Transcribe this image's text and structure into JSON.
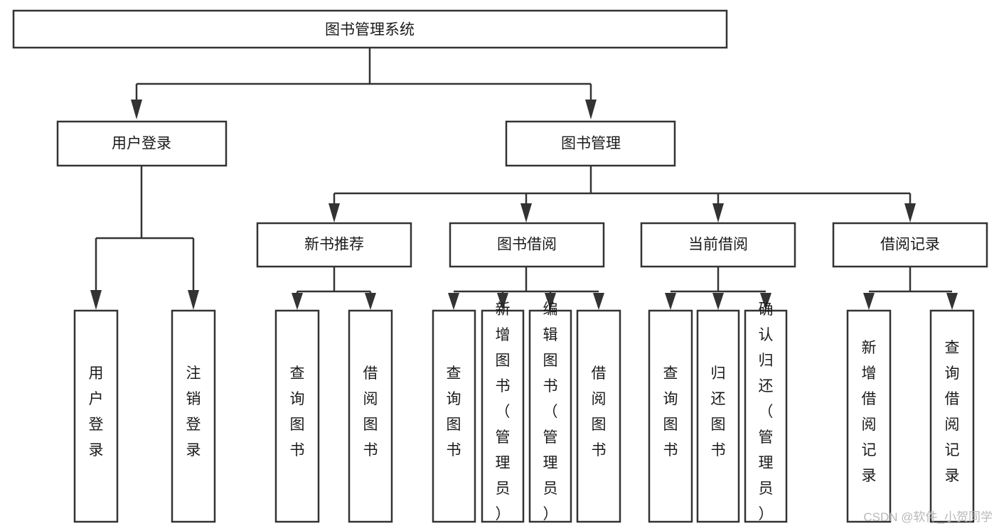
{
  "diagram": {
    "type": "tree",
    "title": "图书管理系统",
    "root": {
      "id": "root",
      "label": "图书管理系统",
      "orientation": "horizontal"
    },
    "levels": [
      {
        "level": 1,
        "nodes": [
          {
            "id": "user-login",
            "label": "用户登录",
            "orientation": "horizontal",
            "parent": "root"
          },
          {
            "id": "book-manage",
            "label": "图书管理",
            "orientation": "horizontal",
            "parent": "root"
          }
        ]
      },
      {
        "level": 2,
        "nodes": [
          {
            "id": "new-book-rec",
            "label": "新书推荐",
            "orientation": "horizontal",
            "parent": "book-manage"
          },
          {
            "id": "book-borrow",
            "label": "图书借阅",
            "orientation": "horizontal",
            "parent": "book-manage"
          },
          {
            "id": "current-borrow",
            "label": "当前借阅",
            "orientation": "horizontal",
            "parent": "book-manage"
          },
          {
            "id": "borrow-record",
            "label": "借阅记录",
            "orientation": "horizontal",
            "parent": "book-manage"
          }
        ]
      },
      {
        "level": 3,
        "nodes": [
          {
            "id": "leaf-user-login",
            "label": "用户登录",
            "orientation": "vertical",
            "parent": "user-login"
          },
          {
            "id": "leaf-user-logout",
            "label": "注销登录",
            "orientation": "vertical",
            "parent": "user-login"
          },
          {
            "id": "leaf-query-book-1",
            "label": "查询图书",
            "orientation": "vertical",
            "parent": "new-book-rec"
          },
          {
            "id": "leaf-borrow-book-1",
            "label": "借阅图书",
            "orientation": "vertical",
            "parent": "new-book-rec"
          },
          {
            "id": "leaf-query-book-2",
            "label": "查询图书",
            "orientation": "vertical",
            "parent": "book-borrow"
          },
          {
            "id": "leaf-add-book",
            "label": "新增图书（管理员）",
            "orientation": "vertical",
            "parent": "book-borrow"
          },
          {
            "id": "leaf-edit-book",
            "label": "编辑图书（管理员）",
            "orientation": "vertical",
            "parent": "book-borrow"
          },
          {
            "id": "leaf-borrow-book-2",
            "label": "借阅图书",
            "orientation": "vertical",
            "parent": "book-borrow"
          },
          {
            "id": "leaf-query-book-3",
            "label": "查询图书",
            "orientation": "vertical",
            "parent": "current-borrow"
          },
          {
            "id": "leaf-return-book",
            "label": "归还图书",
            "orientation": "vertical",
            "parent": "current-borrow"
          },
          {
            "id": "leaf-confirm-return",
            "label": "确认归还（管理员）",
            "orientation": "vertical",
            "parent": "current-borrow"
          },
          {
            "id": "leaf-add-record",
            "label": "新增借阅记录",
            "orientation": "vertical",
            "parent": "borrow-record"
          },
          {
            "id": "leaf-query-record",
            "label": "查询借阅记录",
            "orientation": "vertical",
            "parent": "borrow-record"
          }
        ]
      }
    ]
  },
  "watermark": {
    "text": "CSDN @软件_小贺同学"
  },
  "colors": {
    "box_stroke": "#333333",
    "box_fill": "#ffffff",
    "text": "#1a1a1a",
    "watermark": "#b8b8b8",
    "background": "#ffffff"
  }
}
